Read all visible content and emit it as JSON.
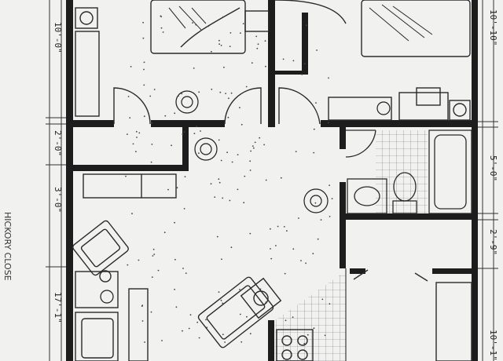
{
  "colors": {
    "paper": "#f1f1f0",
    "wall": "#1d1d1d",
    "line": "#2a2a2a",
    "stipple": "#444444"
  },
  "dimensions_left": [
    "10'-0\"",
    "2'-0\"",
    "3'-0\"",
    "17'-1\""
  ],
  "dimensions_right": [
    "10'-10\"",
    "5'-0\"",
    "2'-9\"",
    "10'-1\""
  ],
  "side_note": "HICKORY CLOSE"
}
